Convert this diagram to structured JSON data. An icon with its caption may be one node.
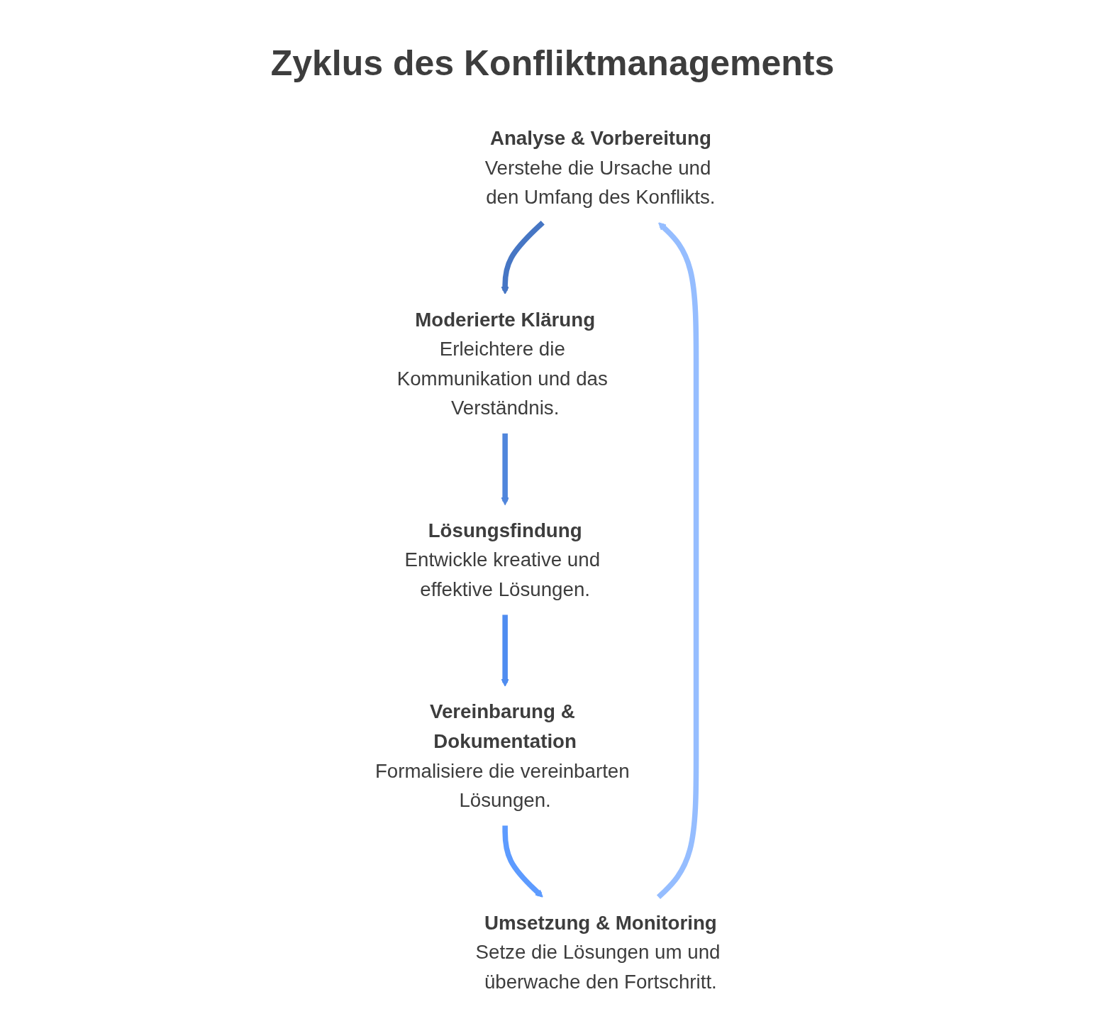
{
  "diagram": {
    "title": "Zyklus des Konfliktmanagements",
    "nodes": [
      {
        "text": [
          "Analyse & Vorbereitung",
          "Verstehe die Ursache und den Umfang des Konflikts."
        ]
      },
      {
        "text": [
          "Moderierte Klärung",
          "Erleichtere die Kommunikation und das Verständnis."
        ]
      },
      {
        "text": [
          "Lösungsfindung",
          "Entwickle kreative und effektive Lösungen."
        ]
      },
      {
        "text": [
          "Vereinbarung & Dokumentation",
          "Formalisiere die vereinbarten Lösungen."
        ]
      },
      {
        "text": [
          "Umsetzung & Monitoring",
          "Setze die Lösungen um und überwache den Fortschritt."
        ]
      }
    ],
    "edges": [
      {
        "from": 0,
        "to": 1,
        "arrow": "to",
        "color": "#4676c4"
      },
      {
        "from": 1,
        "to": 2,
        "arrow": "to",
        "color": "#5086dc"
      },
      {
        "from": 2,
        "to": 3,
        "arrow": "to",
        "color": "#4f8cf0"
      },
      {
        "from": 3,
        "to": 4,
        "arrow": "to",
        "color": "#5d9bff"
      },
      {
        "from": 4,
        "to": 0,
        "arrow": "to",
        "color": "#95bdff"
      }
    ]
  }
}
